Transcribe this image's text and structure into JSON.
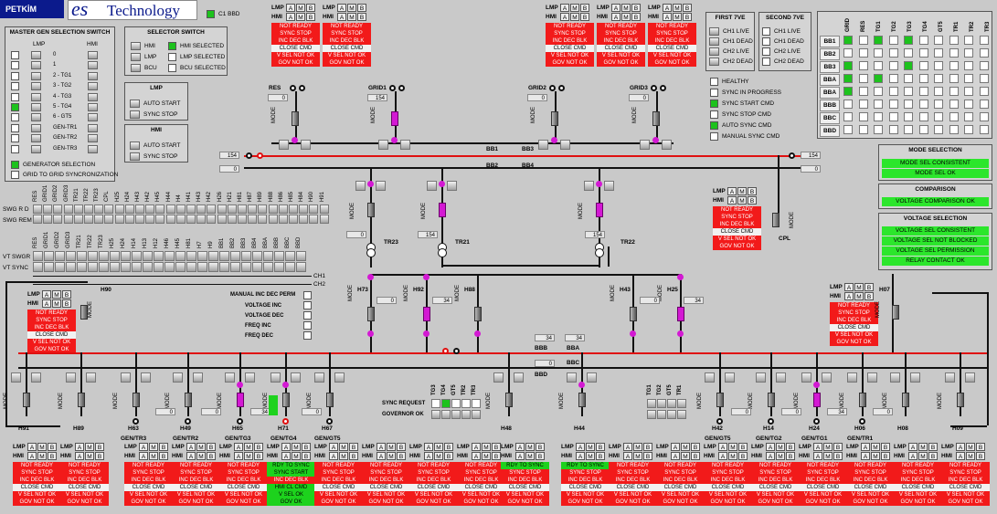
{
  "header": {
    "app_name": "PETKİM",
    "logo_text": "es",
    "logo_word": "Technology",
    "c1_label": "C1 BBD"
  },
  "master_gen": {
    "title": "MASTER GEN SELECTION SWITCH",
    "col_lmp": "LMP",
    "col_hmi": "HMI",
    "items": [
      "0",
      "1",
      "2 - TG1",
      "3 - TG2",
      "4 - TG3",
      "5 - TG4",
      "6 - GT5",
      "GEN-TR1",
      "GEN-TR2",
      "GEN-TR3"
    ],
    "generator_selection": "GENERATOR SELECTION",
    "grid_sync": "GRID TO GRID SYNCRONIZATION"
  },
  "selector": {
    "title": "SELECTOR SWITCH",
    "items": [
      "HMI",
      "LMP",
      "BCU"
    ],
    "selected": [
      "HMI SELECTED",
      "LMP SELECTED",
      "BCU SELECTED"
    ]
  },
  "lmp_panel": {
    "title": "LMP",
    "items": [
      "AUTO START",
      "SYNC STOP"
    ]
  },
  "hmi_panel": {
    "title": "HMI",
    "items": [
      "AUTO START",
      "SYNC STOP"
    ]
  },
  "lmp_hmi": {
    "lmp": "LMP",
    "hmi": "HMI",
    "a": "A",
    "m": "M",
    "b": "B"
  },
  "status_texts": {
    "not_ready": "NOT READY",
    "sync_stop": "SYNC STOP",
    "inc_dec_blk": "INC DEC BLK",
    "close_cmd": "CLOSE CMD",
    "vsel_not_ok": "V SEL NOT OK",
    "gov_not_ok": "GOV NOT OK",
    "rdy_to_sync": "RDY TO SYNC",
    "sync_start": "SYNC START",
    "hmi_cl_cmd": "HMI CL CMD",
    "vsel_ok": "V SEL OK",
    "gov_ok": "GOV OK"
  },
  "first7": {
    "title": "FIRST 7VE",
    "items": [
      "CH1 LIVE",
      "CH1 DEAD",
      "CH2 LIVE",
      "CH2 DEAD"
    ]
  },
  "second7": {
    "title": "SECOND 7VE",
    "items": [
      "CH1 LIVE",
      "CH1 DEAD",
      "CH2 LIVE",
      "CH2 DEAD"
    ]
  },
  "sync_status": [
    "HEALTHY",
    "SYNC IN PROGRESS",
    "SYNC START CMD",
    "SYNC STOP CMD",
    "AUTO SYNC CMD",
    "MANUAL SYNC CMD"
  ],
  "matrix": {
    "cols": [
      "GRID",
      "RES",
      "TG1",
      "TG2",
      "TG3",
      "TG4",
      "GT5",
      "TR1",
      "TR2",
      "TR3"
    ],
    "rows": [
      "BB1",
      "BB2",
      "BB3",
      "BBA",
      "BBA",
      "BBB",
      "BBC",
      "BBD"
    ]
  },
  "mode_selection": {
    "title": "MODE SELECTION",
    "items": [
      "MODE SEL CONSISTENT",
      "MODE SEL OK"
    ]
  },
  "comparison": {
    "title": "COMPARISON",
    "items": [
      "VOLTAGE COMPARISON OK"
    ]
  },
  "voltage_selection": {
    "title": "VOLTAGE SELECTION",
    "items": [
      "VOLTAGE SEL CONSISTENT",
      "VOLTAGE SEL NOT BLOCKED",
      "VOLTAGE SEL PERMISSION",
      "RELAY CONTACT OK"
    ]
  },
  "feeders_top": [
    "RES",
    "GRID1",
    "GRID2",
    "GRID3"
  ],
  "bus_labels": {
    "bb1": "BB1",
    "bb2": "BB2",
    "bb3": "BB3",
    "bb4": "BB4",
    "bbb": "BBB",
    "bba": "BBA",
    "bbc": "BBC",
    "bbd": "BBD"
  },
  "transformers": {
    "tr23": "TR23",
    "tr21": "TR21",
    "tr22": "TR22",
    "cpl": "CPL"
  },
  "values": {
    "v154": "154",
    "v0": "0",
    "v34": "34"
  },
  "mode": "MODE",
  "svg_rows": {
    "r1": "SWG R D",
    "r2": "SWG REM",
    "r3": "VT SWGR",
    "r4": "VT SYNC",
    "ch1": "CH1",
    "ch2": "CH2"
  },
  "svg_cols": [
    "RES",
    "GRID1",
    "GRID2",
    "GRID3",
    "TR21",
    "TR22",
    "TR23",
    "CPL",
    "H25",
    "H24",
    "H43",
    "H42",
    "H45",
    "H44",
    "H4",
    "H41",
    "H43",
    "H42",
    "H26",
    "H21",
    "H81",
    "H87",
    "H89",
    "H88",
    "H86",
    "H85",
    "H84",
    "H90",
    "H91"
  ],
  "svg_cols2": [
    "RES",
    "GRID1",
    "GRID2",
    "GRID3",
    "TR21",
    "TR22",
    "TR23",
    "H25",
    "H24",
    "H14",
    "H13",
    "H12",
    "H46",
    "H45",
    "H81",
    "H7",
    "H9",
    "BB1",
    "BB2",
    "BB3",
    "BB4",
    "BBA",
    "BBB",
    "BBC",
    "BBD"
  ],
  "manual_inc": {
    "title": "MANUAL INC DEC PERM",
    "items": [
      "VOLTAGE INC",
      "VOLTAGE DEC",
      "FREQ INC",
      "FREQ DEC"
    ]
  },
  "feeders_mid": [
    "H73",
    "H92",
    "H88",
    "H43",
    "H25",
    "H90",
    "H07"
  ],
  "feeders_bottom": [
    "H91",
    "H89",
    "H63",
    "H49",
    "H65",
    "H71",
    "H67",
    "H48",
    "H44",
    "H42",
    "H14",
    "H24",
    "H06",
    "H08",
    "H09"
  ],
  "gens": [
    "GEN/TR3",
    "GEN/TR2",
    "GEN/TG3",
    "GEN/TG4",
    "GEN/GT5",
    "GEN/GT5",
    "GEN/TG2",
    "GEN/TG1",
    "GEN/TR1"
  ],
  "sync_req": {
    "cols": [
      "TG3",
      "TG4",
      "GT5",
      "TR2",
      "TR3"
    ],
    "cols2": [
      "TG1",
      "TG2",
      "GT5",
      "TR1"
    ],
    "request": "SYNC REQUEST",
    "gov": "GOVERNOR OK"
  }
}
